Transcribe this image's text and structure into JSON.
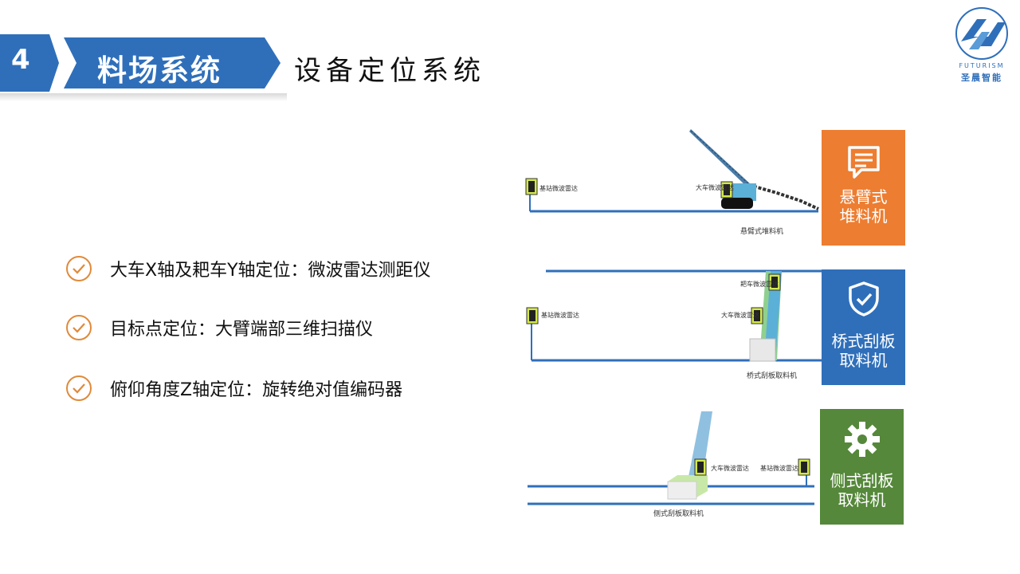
{
  "header": {
    "number": "4",
    "section_title": "料场系统",
    "subtitle": "设备定位系统"
  },
  "logo": {
    "text_en": "FUTURISM",
    "text_cn": "圣晨智能",
    "icon": "futurism-logo-icon"
  },
  "bullets": [
    {
      "icon": "check-circle-icon",
      "text": "大车X轴及耙车Y轴定位：微波雷达测距仪"
    },
    {
      "icon": "check-circle-icon",
      "text": "目标点定位：大臂端部三维扫描仪"
    },
    {
      "icon": "check-circle-icon",
      "text": "俯仰角度Z轴定位：旋转绝对值编码器"
    }
  ],
  "colors": {
    "primary_blue": "#2f6fba",
    "orange": "#ed7d31",
    "green": "#55883a",
    "check_orange": "#e08a3a"
  },
  "diagrams": [
    {
      "caption": "悬臂式堆料机",
      "radar_labels": [
        "基站微波雷达",
        "大车微波雷达"
      ]
    },
    {
      "caption": "桥式刮板取料机",
      "radar_labels": [
        "耙车微波雷达",
        "基站微波雷达",
        "大车微波雷达"
      ]
    },
    {
      "caption": "侧式刮板取料机",
      "radar_labels": [
        "大车微波雷达",
        "基站微波雷达"
      ]
    }
  ],
  "cards": [
    {
      "label_line1": "悬臂式",
      "label_line2": "堆料机",
      "icon": "chat-bubble-icon"
    },
    {
      "label_line1": "桥式刮板",
      "label_line2": "取料机",
      "icon": "shield-check-icon"
    },
    {
      "label_line1": "侧式刮板",
      "label_line2": "取料机",
      "icon": "gear-icon"
    }
  ]
}
